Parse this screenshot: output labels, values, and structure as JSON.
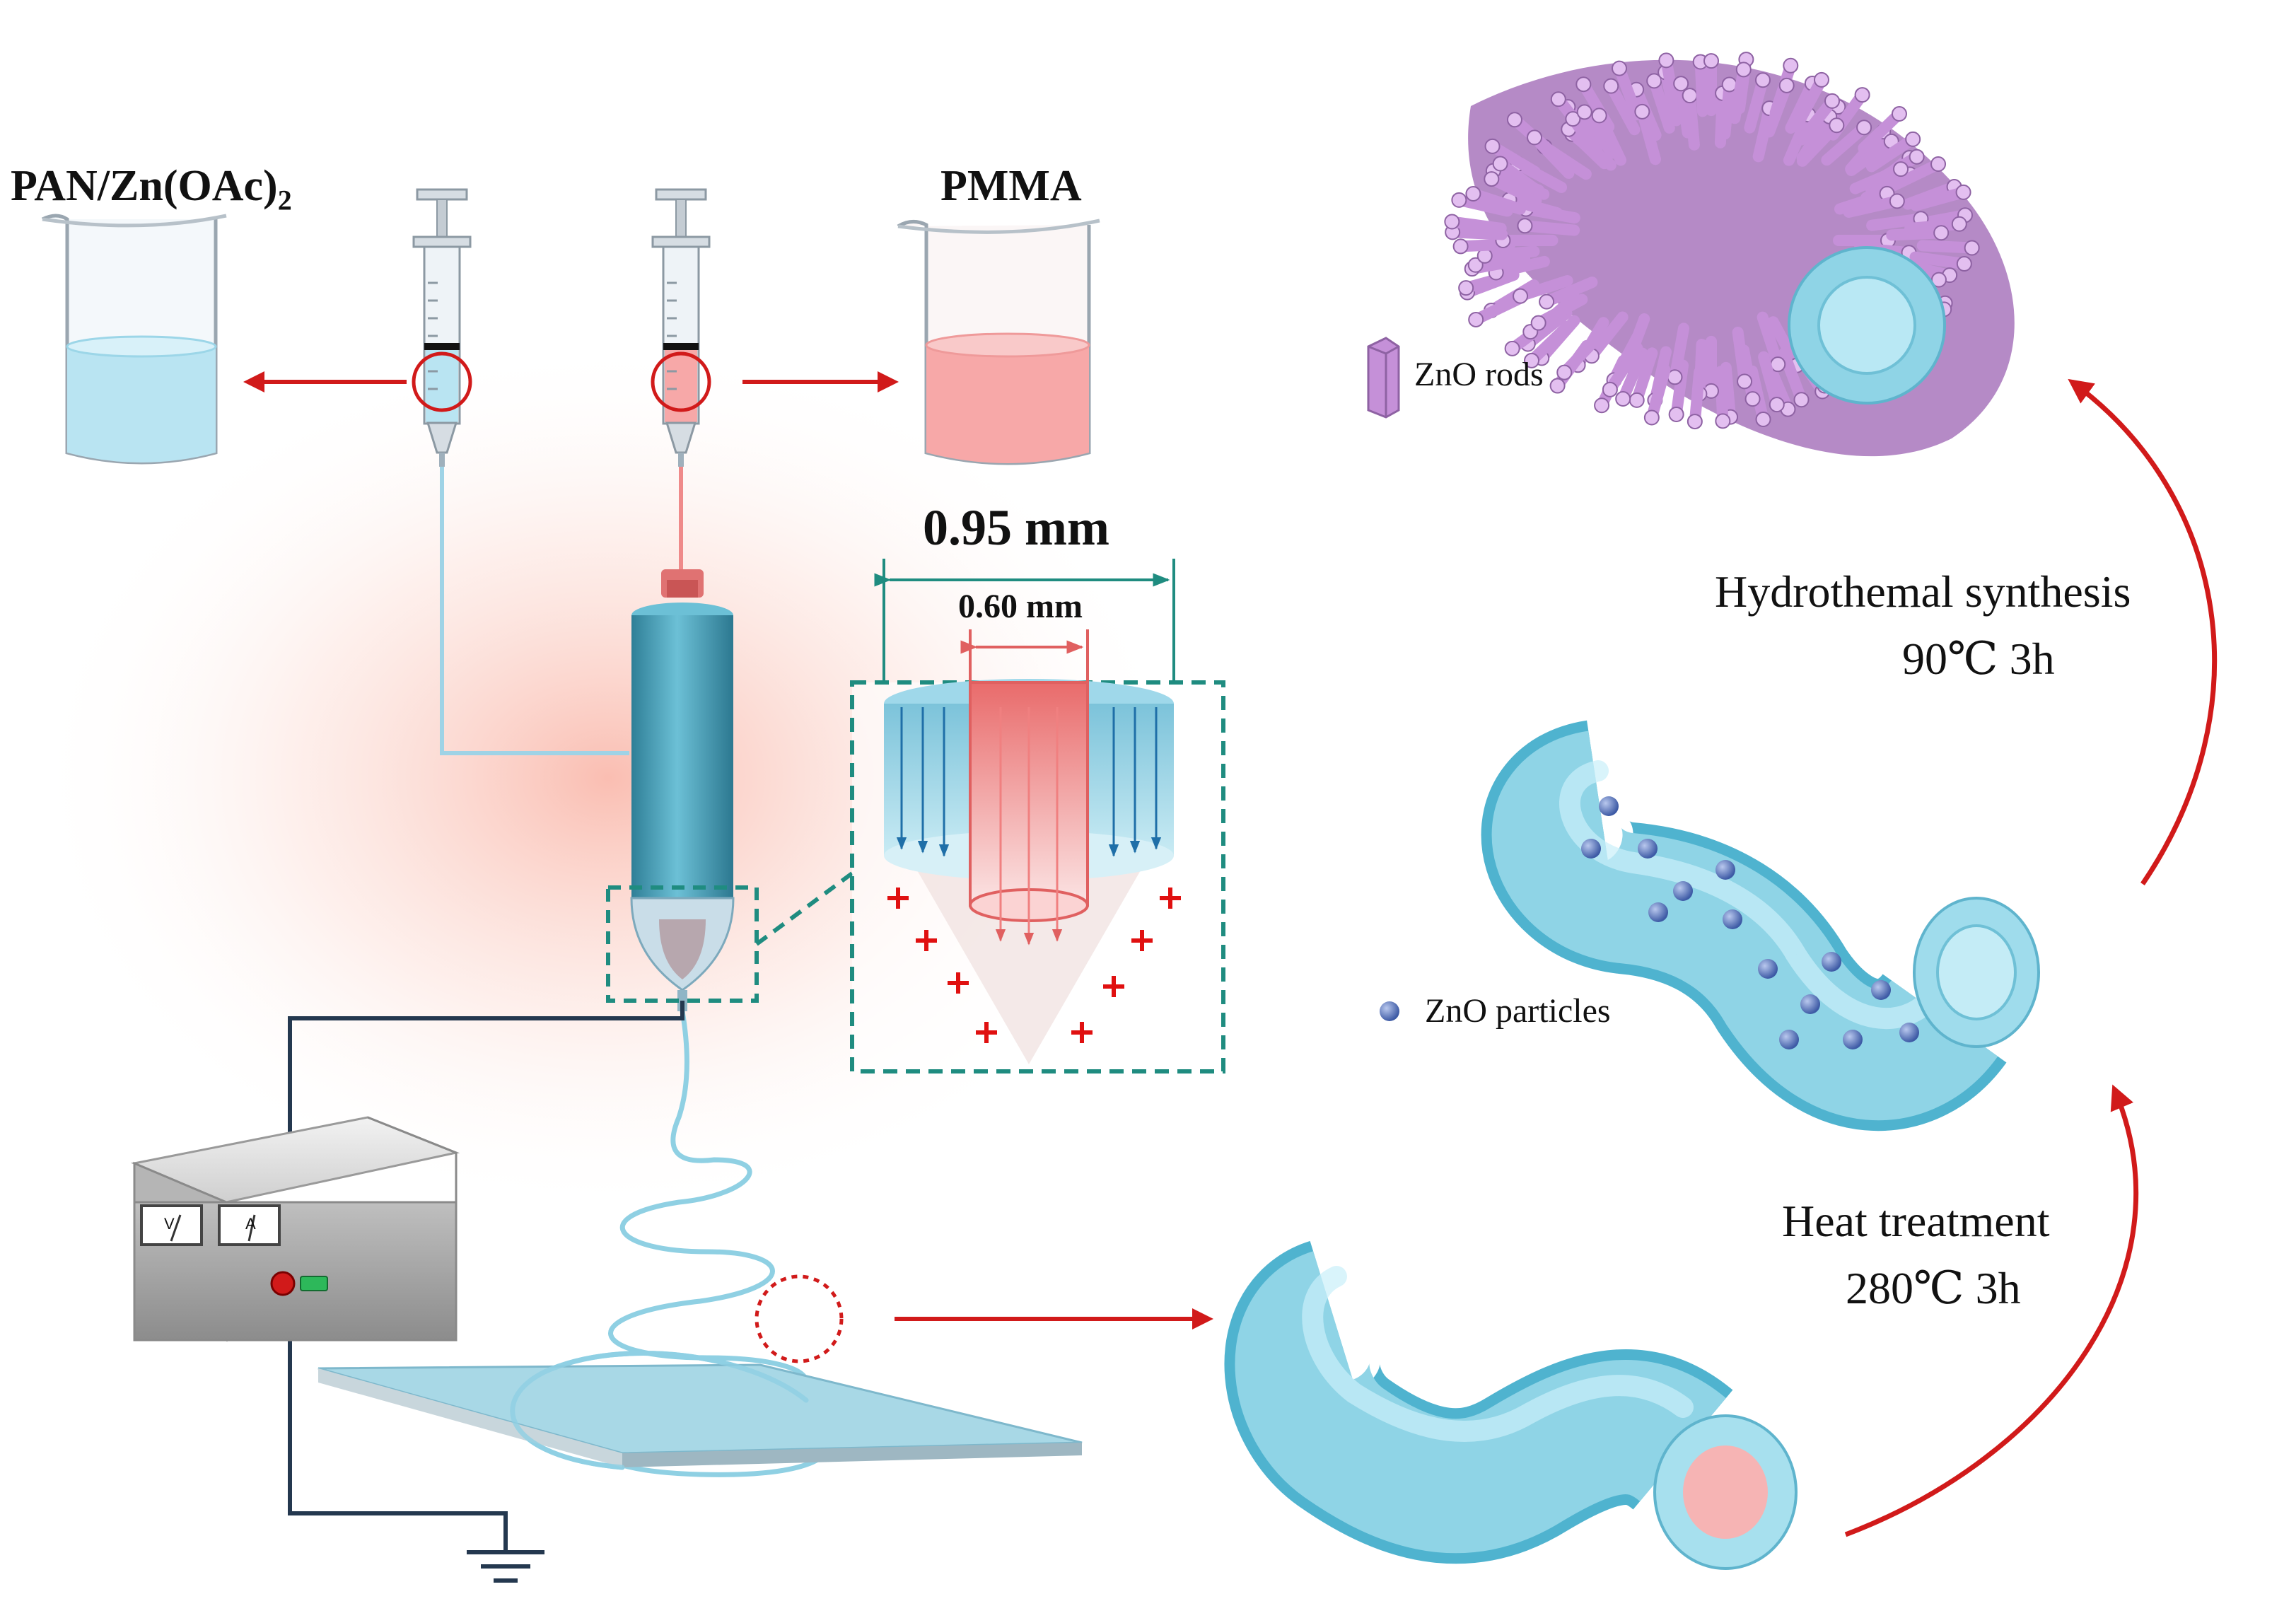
{
  "labels": {
    "beaker_left": "PAN/Zn(OAc)",
    "beaker_left_sub": "2",
    "beaker_right": "PMMA",
    "outer_diameter": "0.95 mm",
    "inner_diameter": "0.60 mm",
    "hydrothermal_title": "Hydrothemal synthesis",
    "hydrothermal_cond": "90℃ 3h",
    "heat_title": "Heat treatment",
    "heat_cond": "280℃ 3h",
    "legend_rods": "ZnO rods",
    "legend_particles": "ZnO particles",
    "meter_v": "V",
    "meter_a": "A"
  },
  "colors": {
    "shell_fluid": "#a8dcee",
    "core_fluid": "#f49a9a",
    "fiber_shell": "#7fd0e6",
    "fiber_core": "#f6b4b4",
    "zno_rod": "#cf9be0",
    "zno_particle": "#6a86c6",
    "arrow_red": "#d11a1a",
    "dashed_box": "#1f8c80",
    "nozzle_body": "#4aa7bf",
    "collector": "#a8d8e6",
    "ground_wire": "#24384f"
  },
  "icons": [
    "syringe-icon",
    "beaker-icon",
    "power-supply-icon",
    "ground-icon",
    "plus-charge-icon"
  ]
}
